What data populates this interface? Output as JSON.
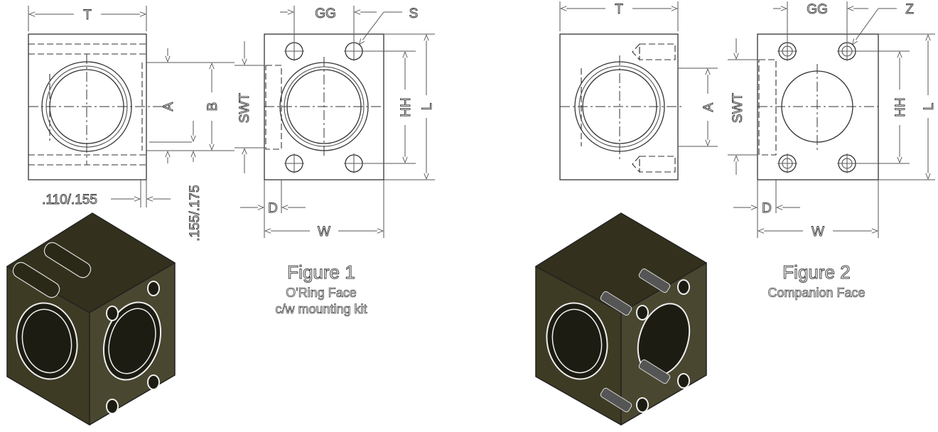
{
  "figure1": {
    "title": "Figure 1",
    "subtitle_line1": "O'Ring Face",
    "subtitle_line2": "c/w mounting kit",
    "dims": {
      "T": "T",
      "GG": "GG",
      "S": "S",
      "A": "A",
      "B": "B",
      "SWT": "SWT",
      "HH": "HH",
      "L": "L",
      "D": "D",
      "W": "W",
      "lip": ".110/.155",
      "gap": ".155/.175"
    }
  },
  "figure2": {
    "title": "Figure 2",
    "subtitle": "Companion Face",
    "dims": {
      "T": "T",
      "GG": "GG",
      "Z": "Z",
      "A": "A",
      "SWT": "SWT",
      "HH": "HH",
      "L": "L",
      "D": "D",
      "W": "W"
    }
  },
  "colors": {
    "body": "#3e3b24",
    "line": "#333333"
  }
}
